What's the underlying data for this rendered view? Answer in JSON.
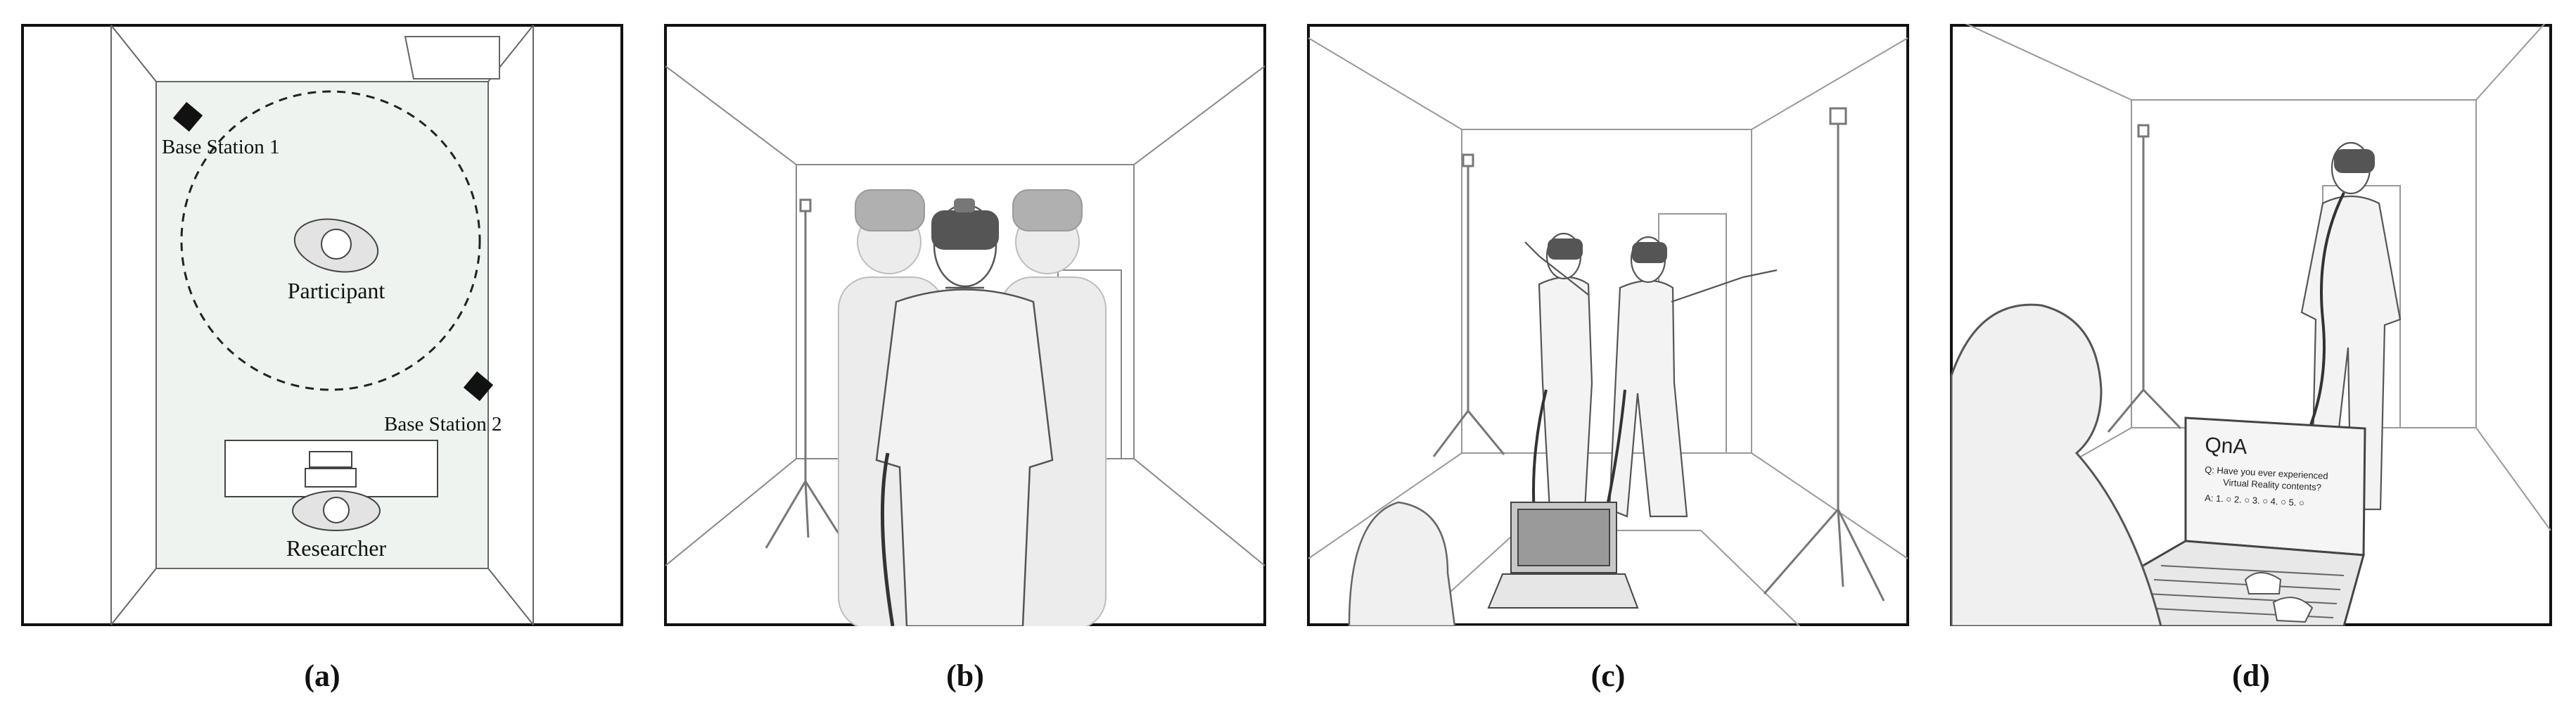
{
  "panels": {
    "a": {
      "caption": "(a)",
      "labels": {
        "base_station_1": "Base Station 1",
        "base_station_2": "Base Station 2",
        "participant": "Participant",
        "researcher": "Researcher"
      }
    },
    "b": {
      "caption": "(b)"
    },
    "c": {
      "caption": "(c)"
    },
    "d": {
      "caption": "(d)",
      "screen": {
        "title": "QnA",
        "question_line1": "Q: Have you ever experienced",
        "question_line2": "Virtual Reality contents?",
        "answers": "A: 1. ○ 2. ○ 3. ○ 4. ○ 5. ○"
      }
    }
  },
  "colors": {
    "frame": "#111111",
    "floor_tint": "#eef3f0",
    "headset": "#555555",
    "ghost": "#999999"
  }
}
